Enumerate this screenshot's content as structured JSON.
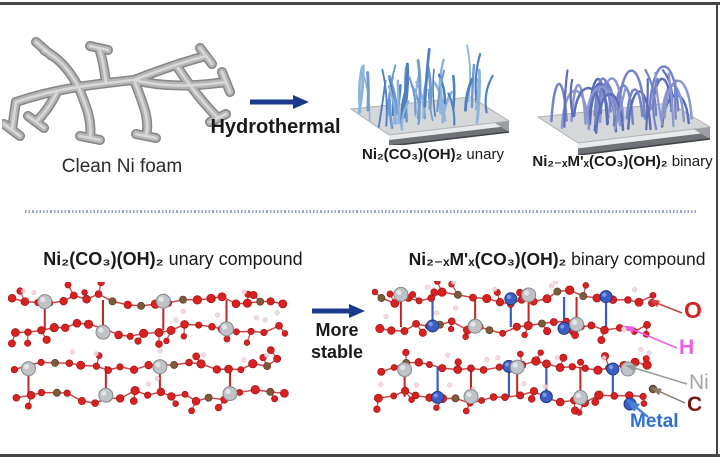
{
  "figure": {
    "top_row": {
      "foam_caption": "Clean Ni foam",
      "process_label": "Hydrothermal",
      "unary_panel_caption": {
        "formula": "Ni₂(CO₃)(OH)₂",
        "suffix": " unary"
      },
      "binary_panel_caption": {
        "formula": "Ni₂₋ₓM'ₓ(CO₃)(OH)₂",
        "suffix": " binary"
      }
    },
    "bottom_row": {
      "unary_heading": {
        "formula": "Ni₂(CO₃)(OH)₂",
        "suffix": " unary compound"
      },
      "binary_heading": {
        "formula": "Ni₂₋ₓM'ₓ(CO₃)(OH)₂",
        "suffix": " binary compound"
      },
      "stability_label": "More stable",
      "legend": {
        "o": {
          "label": "O",
          "color": "#d42222"
        },
        "h": {
          "label": "H",
          "color": "#ea5fea"
        },
        "ni": {
          "label": "Ni",
          "color": "#a6a6a6"
        },
        "c": {
          "label": "C",
          "color": "#7c1616"
        },
        "metal": {
          "label": "Metal",
          "color": "#2f6fd0"
        }
      }
    },
    "colors": {
      "frame_border": "#454545",
      "process_arrow": "#1b3a8c",
      "divider": "#8890c8",
      "foam_gray": "#b5b5b5",
      "needle_blue": "#5f8fc8",
      "arch_blue": "#6d7ec2",
      "atom_o": "#d92121",
      "atom_h": "#f3d3de",
      "atom_ni": "#bfc3c7",
      "atom_c": "#7d5a3a",
      "atom_metal": "#3b5ec4",
      "bond_red": "#c52525"
    }
  }
}
